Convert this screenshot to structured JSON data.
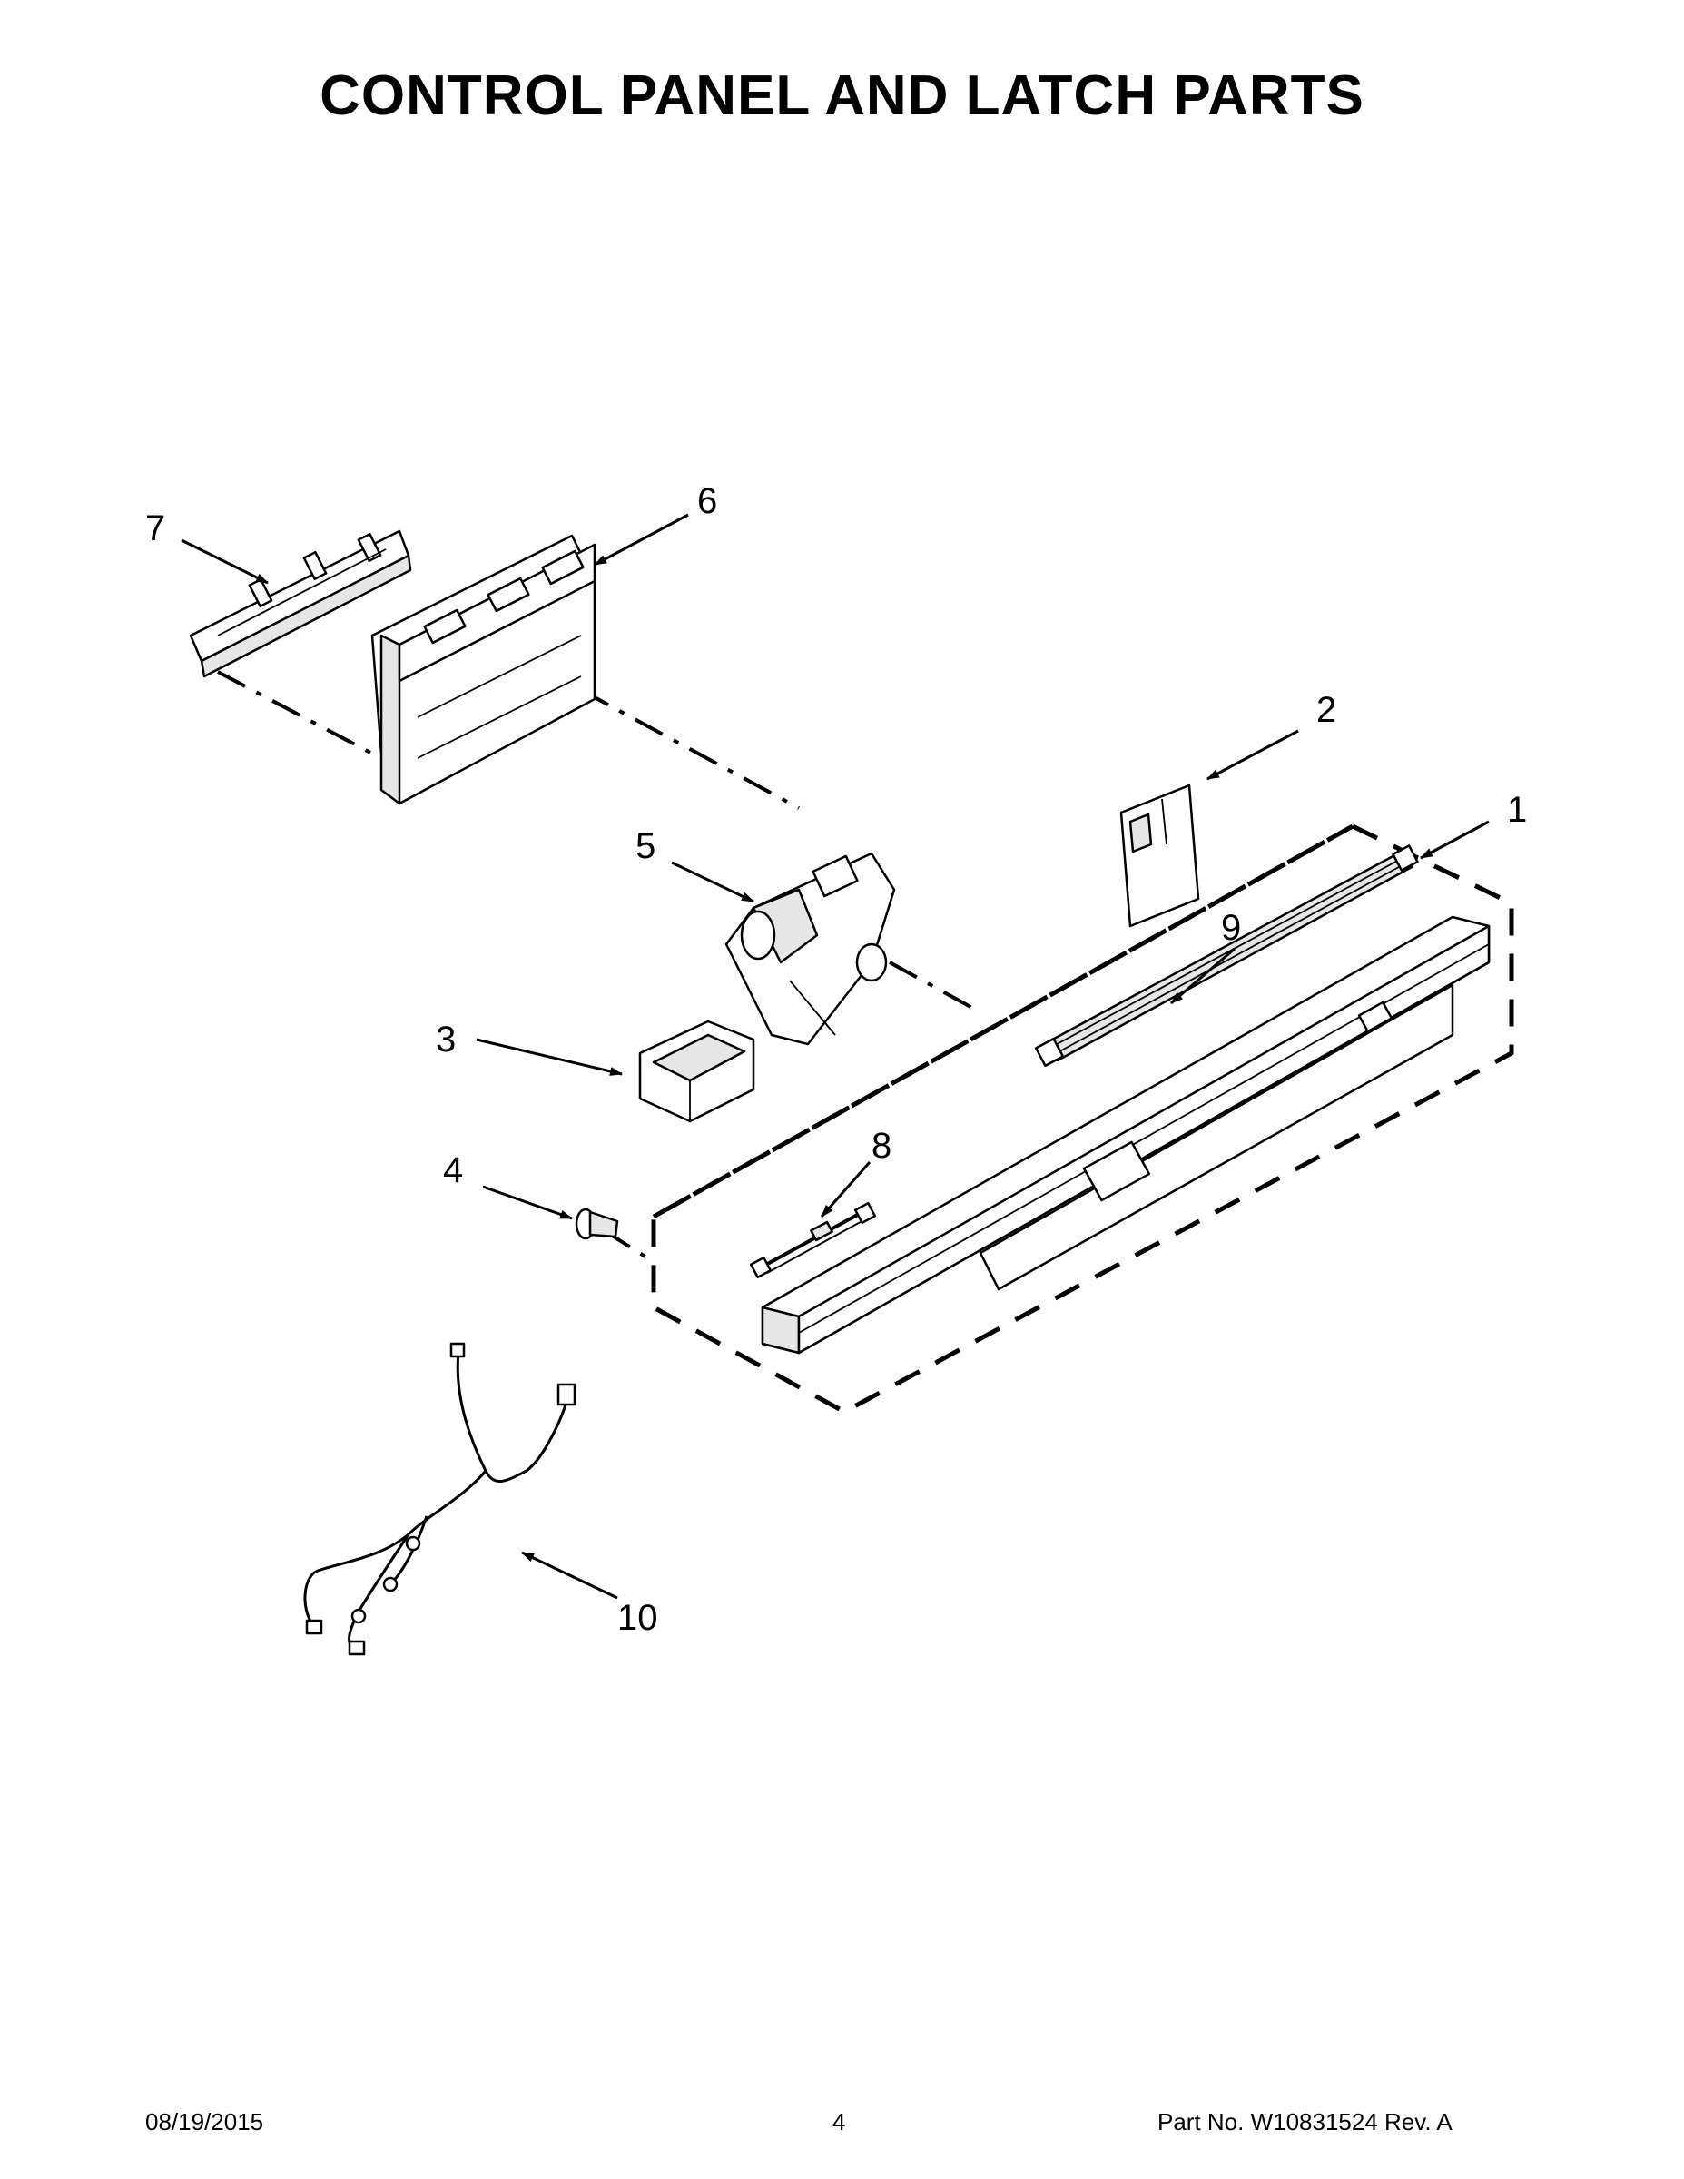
{
  "title": "CONTROL PANEL AND LATCH PARTS",
  "callouts": [
    "1",
    "2",
    "3",
    "4",
    "5",
    "6",
    "7",
    "8",
    "9",
    "10"
  ],
  "footer": {
    "date": "08/19/2015",
    "page": "4",
    "part_no": "Part No.  W10831524  Rev.  A"
  }
}
